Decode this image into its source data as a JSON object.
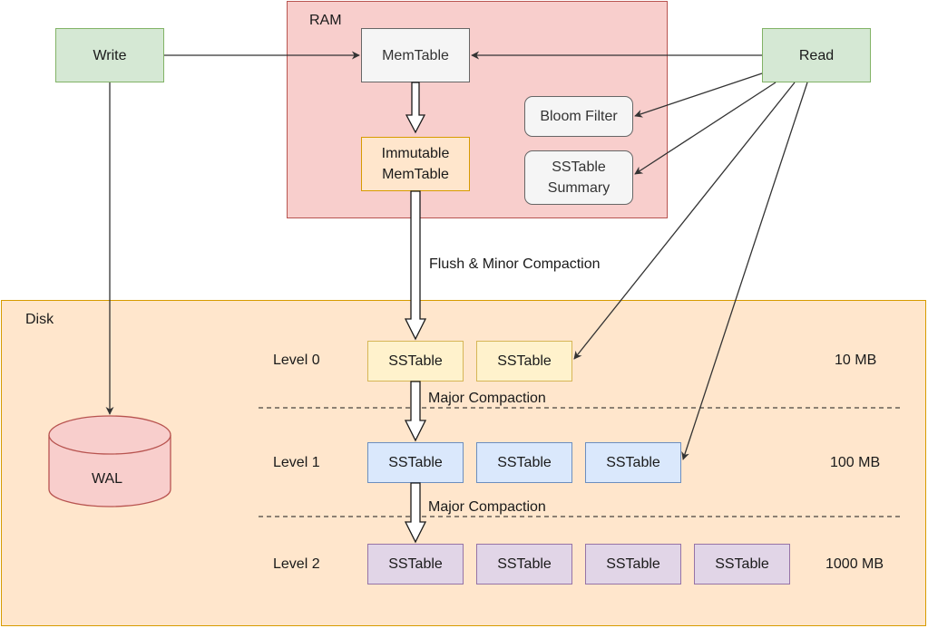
{
  "diagram": {
    "containers": {
      "ram": "RAM",
      "disk": "Disk"
    },
    "nodes": {
      "write": "Write",
      "read": "Read",
      "memtable": "MemTable",
      "immutable_memtable": [
        "Immutable",
        "MemTable"
      ],
      "bloom_filter": "Bloom Filter",
      "sstable_summary": [
        "SSTable",
        "Summary"
      ],
      "wal": "WAL"
    },
    "edge_labels": {
      "flush": "Flush & Minor Compaction",
      "major_1": "Major Compaction",
      "major_2": "Major Compaction"
    },
    "levels": [
      {
        "label": "Level 0",
        "size": "10 MB",
        "sstables": [
          "SSTable",
          "SSTable"
        ]
      },
      {
        "label": "Level 1",
        "size": "100 MB",
        "sstables": [
          "SSTable",
          "SSTable",
          "SSTable"
        ]
      },
      {
        "label": "Level 2",
        "size": "1000 MB",
        "sstables": [
          "SSTable",
          "SSTable",
          "SSTable",
          "SSTable"
        ]
      }
    ],
    "colors": {
      "ram_fill": "#f8cecc",
      "disk_fill": "#ffe6cc",
      "io_fill": "#d5e8d4",
      "level0_fill": "#fff2cc",
      "level1_fill": "#dae8fc",
      "level2_fill": "#e1d5e7"
    }
  }
}
